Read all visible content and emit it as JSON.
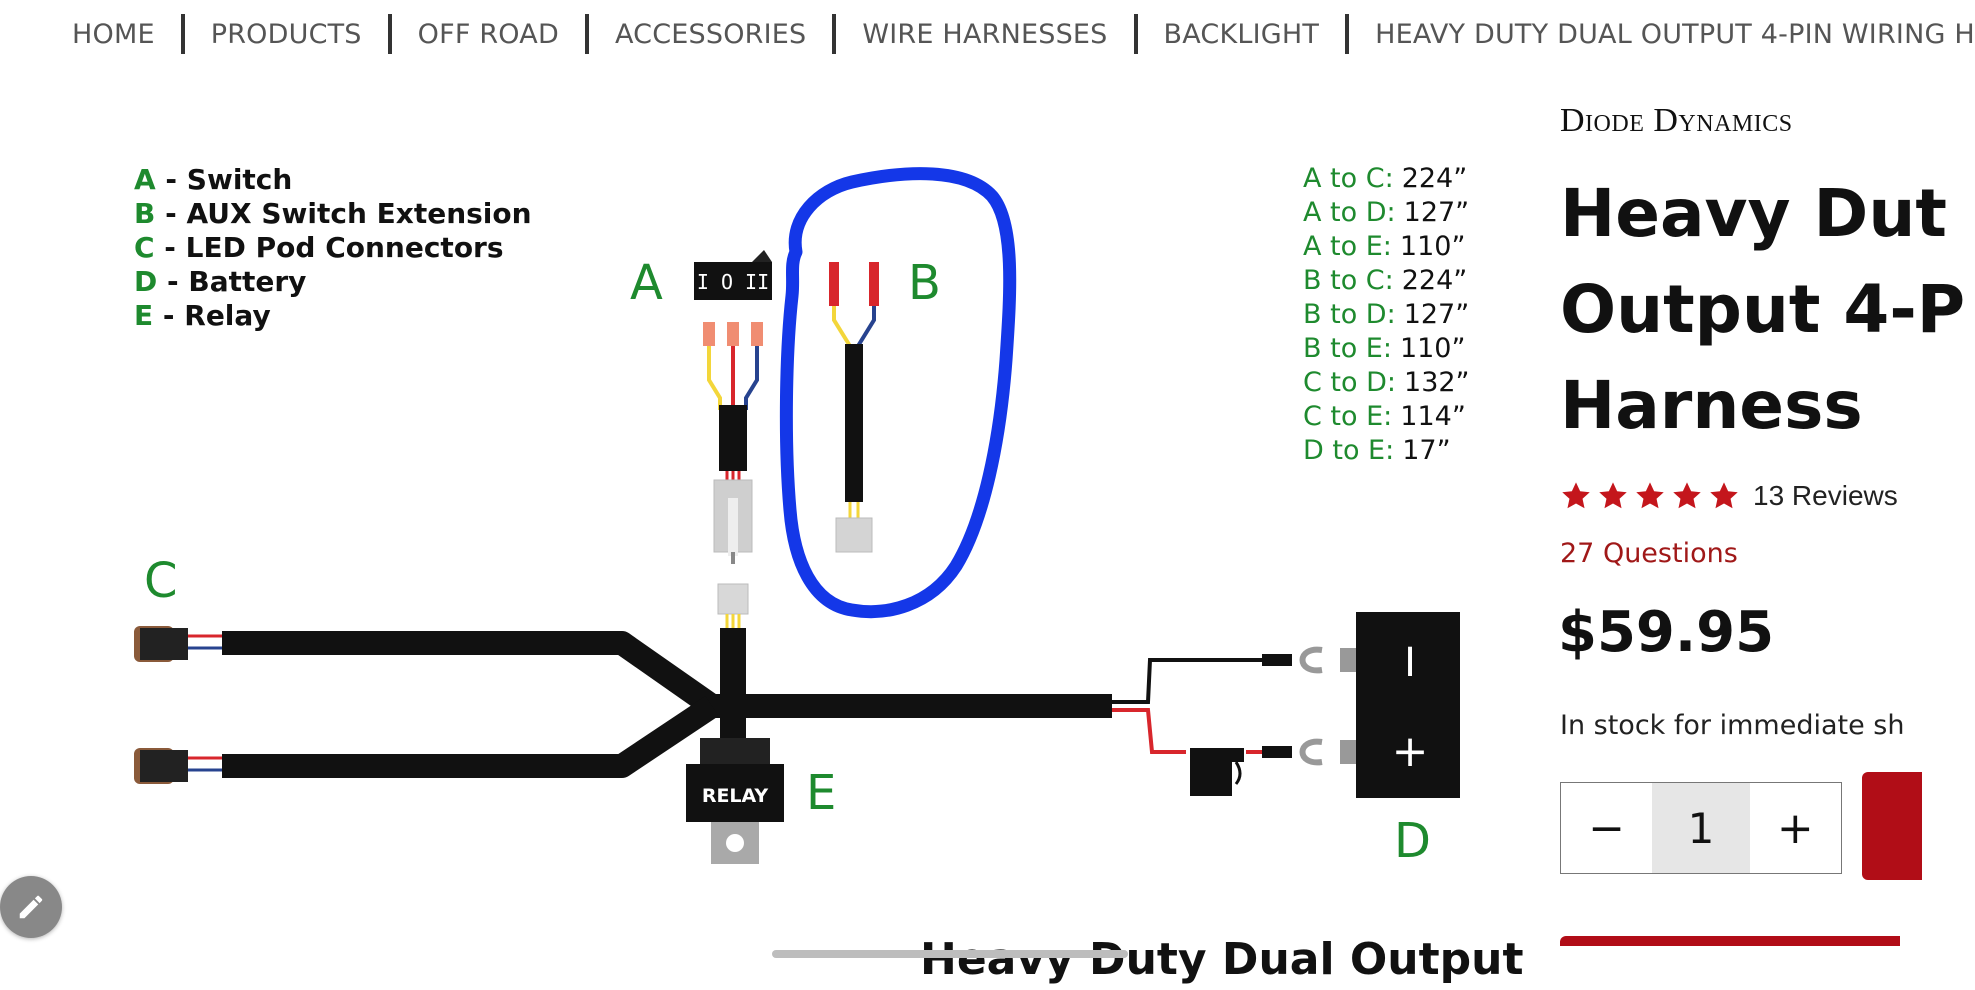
{
  "breadcrumb": {
    "items": [
      {
        "label": "HOME"
      },
      {
        "label": "PRODUCTS"
      },
      {
        "label": "OFF ROAD"
      },
      {
        "label": "ACCESSORIES"
      },
      {
        "label": "WIRE HARNESSES"
      },
      {
        "label": "BACKLIGHT"
      },
      {
        "label": "HEAVY DUTY DUAL OUTPUT 4-PIN WIRING H"
      }
    ]
  },
  "diagram": {
    "legend": [
      {
        "letter": "A",
        "text": " - Switch"
      },
      {
        "letter": "B",
        "text": " - AUX Switch Extension"
      },
      {
        "letter": "C",
        "text": " - LED Pod Connectors"
      },
      {
        "letter": "D",
        "text": " - Battery"
      },
      {
        "letter": "E",
        "text": " - Relay"
      }
    ],
    "distances": [
      {
        "pair": "A to C:",
        "length": "224”"
      },
      {
        "pair": "A to D:",
        "length": "127”"
      },
      {
        "pair": "A to E:",
        "length": "110”"
      },
      {
        "pair": "B to C:",
        "length": "224”"
      },
      {
        "pair": "B to D:",
        "length": "127”"
      },
      {
        "pair": "B to E:",
        "length": "110”"
      },
      {
        "pair": "C to D:",
        "length": "132”"
      },
      {
        "pair": "C to E:",
        "length": "114”"
      },
      {
        "pair": "D to E:",
        "length": "17”"
      }
    ],
    "labels": {
      "a": "A",
      "b": "B",
      "c": "C",
      "d": "D",
      "e": "E"
    },
    "relay_label": "RELAY",
    "switch_marks": "I O II",
    "battery_negative": "I",
    "battery_positive": "+",
    "colors": {
      "legend_green": "#1e8a2e",
      "highlight_blue": "#1437e8",
      "wire_red": "#d8262c",
      "wire_yellow": "#f3d63a",
      "wire_blue": "#27438f"
    }
  },
  "product": {
    "brand": "Diode Dynamics",
    "title_lines": [
      "Heavy Dut",
      "Output 4-P",
      "Harness"
    ],
    "rating": 5,
    "reviews": "13 Reviews",
    "questions": "27 Questions",
    "price": "$59.95",
    "stock": "In stock for immediate sh",
    "quantity": "1",
    "qty_minus": "−",
    "qty_plus": "+",
    "star_color": "#c4161c",
    "accent_color": "#b10d17"
  },
  "partial_heading": "Heavy Duty Dual Output",
  "icons": {
    "edit": "pencil-icon",
    "star": "star-icon"
  }
}
